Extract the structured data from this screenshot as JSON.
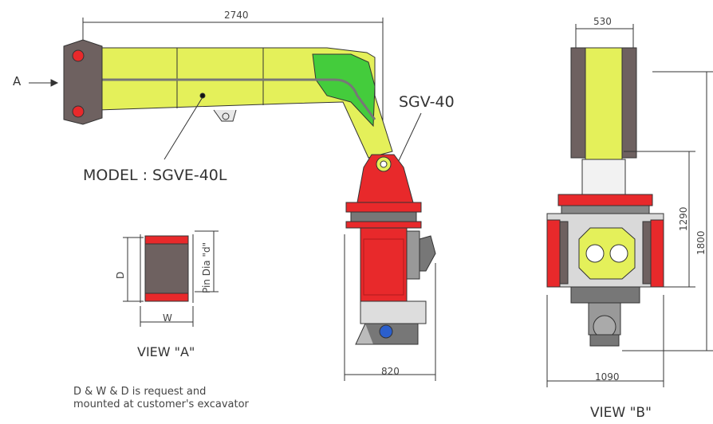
{
  "side_view": {
    "dim_length": "2740",
    "arrow_label": "A",
    "model_label": "MODEL : SGVE-40L",
    "rotator_label": "SGV-40",
    "dim_bottom": "820"
  },
  "view_a": {
    "dim_d": "D",
    "dim_w": "W",
    "dim_pin": "Pin Dia \"d\"",
    "title": "VIEW \"A\"",
    "note_line1": "D & W & D is request and",
    "note_line2": "mounted at customer's excavator"
  },
  "view_b": {
    "dim_top": "530",
    "dim_1290": "1290",
    "dim_1800": "1800",
    "dim_bottom": "1090",
    "title": "VIEW \"B\""
  },
  "colors": {
    "arm_yellow": "#e4f05a",
    "hydraulic_green": "#44cc3c",
    "attachment_red": "#e8292b",
    "steel_grey": "#6e6160",
    "outline": "#333333"
  }
}
